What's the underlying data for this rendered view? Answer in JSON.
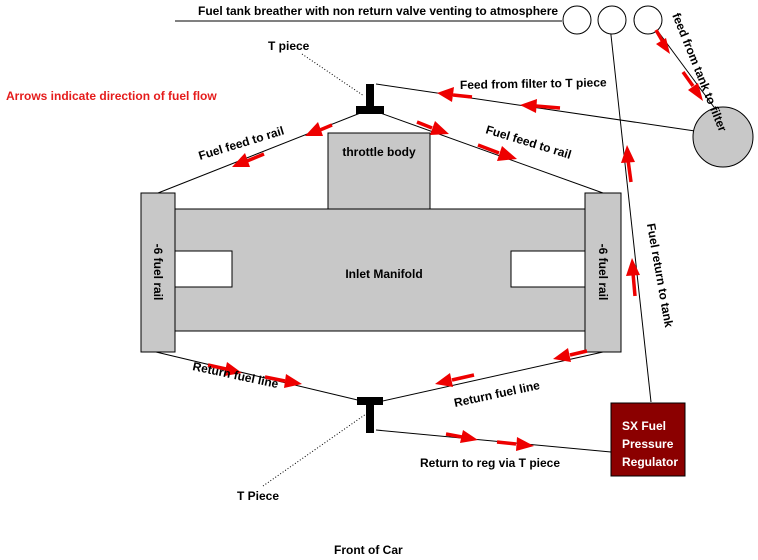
{
  "labels": {
    "breather": "Fuel tank breather with non return valve venting to atmosphere",
    "arrows_note": "Arrows indicate direction of fuel flow",
    "t_piece_top": "T piece",
    "t_piece_bottom": "T Piece",
    "feed_filter_to_t": "Feed from filter to T piece",
    "feed_tank_to_filter": "feed from tank to filter",
    "fuel_feed_left": "Fuel feed to rail",
    "fuel_feed_right": "Fuel feed to rail",
    "throttle_body": "throttle body",
    "inlet_manifold": "Inlet Manifold",
    "rail_left": "-6 fuel rail",
    "rail_right": "-6 fuel rail",
    "fuel_return_tank": "Fuel return to tank",
    "return_left": "Return fuel line",
    "return_right": "Return fuel line",
    "return_reg": "Return to reg via T piece",
    "regulator_line1": "SX Fuel",
    "regulator_line2": "Pressure",
    "regulator_line3": "Regulator",
    "front_of_car": "Front of Car"
  },
  "colors": {
    "arrow": "#ee0000",
    "note_text": "#e51c1c",
    "component_fill": "#c8c8c8",
    "regulator_fill": "#8b0000",
    "line": "#000000"
  }
}
